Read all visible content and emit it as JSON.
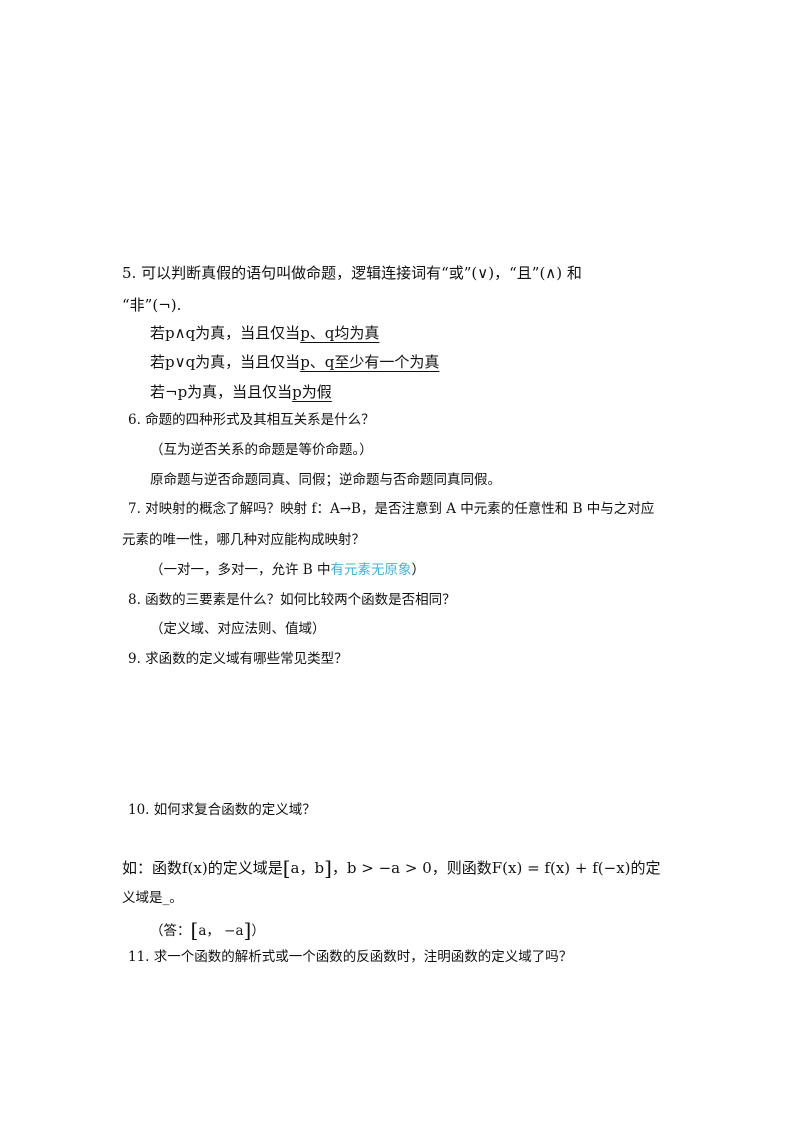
{
  "q5": {
    "line1": "5. 可以判断真假的语句叫做命题，逻辑连接词有“或”(∨)，“且”(∧) 和",
    "line2": "“非”(¬).",
    "rule_and_prefix": "若p∧q为真，当且仅当",
    "rule_and_cond": "p、q均为真",
    "rule_or_prefix": "若p∨q为真，当且仅当",
    "rule_or_cond": "p、q至少有一个为真",
    "rule_not_prefix": "若¬p为真，当且仅当",
    "rule_not_cond": "p为假"
  },
  "q6": {
    "question": "6. 命题的四种形式及其相互关系是什么？",
    "note": "（互为逆否关系的命题是等价命题。）",
    "answer": "原命题与逆否命题同真、同假；逆命题与否命题同真同假。"
  },
  "q7": {
    "line1": "7. 对映射的概念了解吗？映射 f：A→B，是否注意到 A 中元素的任意性和 B 中与之对应",
    "line2": "元素的唯一性，哪几种对应能构成映射？",
    "answer_prefix": "（一对一，多对一，允许 B 中",
    "answer_link": "有元素无原象",
    "answer_suffix": "）"
  },
  "q8": {
    "question": "8. 函数的三要素是什么？如何比较两个函数是否相同？",
    "answer": "（定义域、对应法则、值域）"
  },
  "q9": {
    "question": "9. 求函数的定义域有哪些常见类型？"
  },
  "q10": {
    "question": "10. 如何求复合函数的定义域？",
    "example_a": "如：函数f(x)的定义域是",
    "example_interval": "a，b",
    "example_b": "，b > −a > 0，则函数F(x) = f(x) + f(−x)的定",
    "example_c": "义域是_。",
    "answer_a": "（答：",
    "answer_interval": "a，  −a",
    "answer_b": "）"
  },
  "q11": {
    "question": "11. 求一个函数的解析式或一个函数的反函数时，注明函数的定义域了吗？"
  }
}
